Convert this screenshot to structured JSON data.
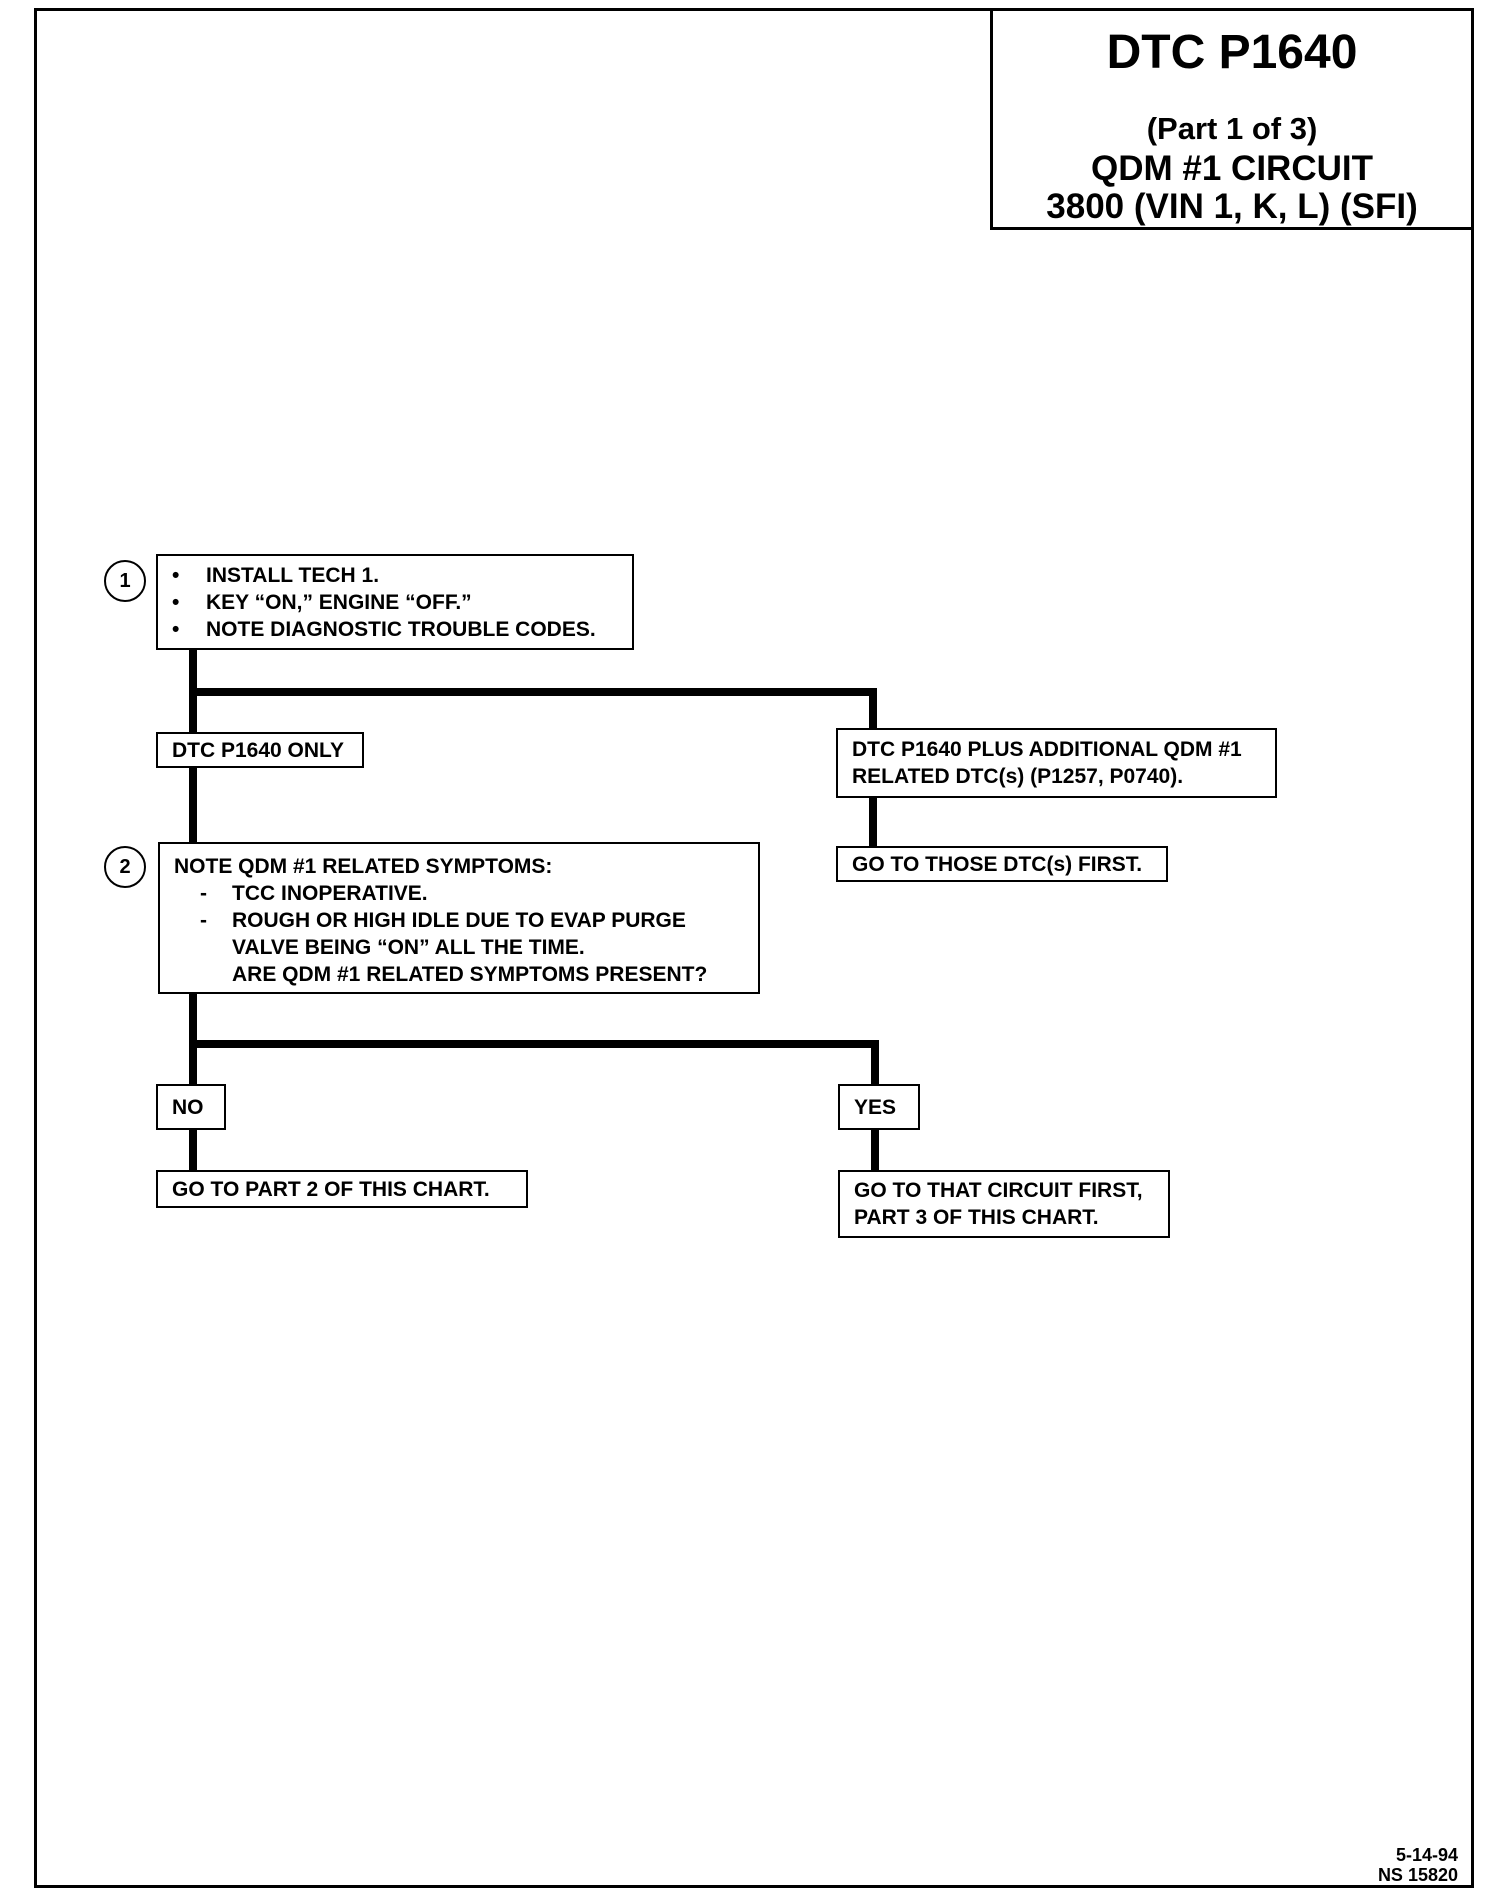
{
  "header": {
    "title": "DTC P1640",
    "part": "(Part  1 of 3)",
    "circuit": "QDM #1 CIRCUIT",
    "engine": "3800  (VIN 1, K, L)  (SFI)"
  },
  "steps": [
    {
      "number": "1",
      "bullet": "•",
      "lines": [
        "INSTALL TECH 1.",
        "KEY “ON,” ENGINE “OFF.”",
        "NOTE DIAGNOSTIC TROUBLE CODES."
      ]
    },
    {
      "number": "2",
      "intro": "NOTE QDM #1 RELATED SYMPTOMS:",
      "dash": "-",
      "symptoms": [
        "TCC INOPERATIVE.",
        "ROUGH OR HIGH IDLE DUE TO EVAP PURGE"
      ],
      "continuation": [
        "VALVE BEING “ON” ALL THE TIME.",
        "ARE QDM #1 RELATED SYMPTOMS PRESENT?"
      ]
    }
  ],
  "branches": {
    "dtc_only": "DTC P1640 ONLY",
    "dtc_plus": [
      "DTC P1640 PLUS ADDITIONAL QDM #1",
      "RELATED DTC(s) (P1257, P0740)."
    ],
    "go_dtcs": "GO TO THOSE DTC(s) FIRST.",
    "no": "NO",
    "yes": "YES",
    "go_part2": "GO TO PART 2 OF THIS CHART.",
    "go_part3": [
      "GO TO THAT CIRCUIT FIRST,",
      "PART 3 OF THIS CHART."
    ]
  },
  "footer": {
    "date": "5-14-94",
    "code": "NS 15820"
  }
}
